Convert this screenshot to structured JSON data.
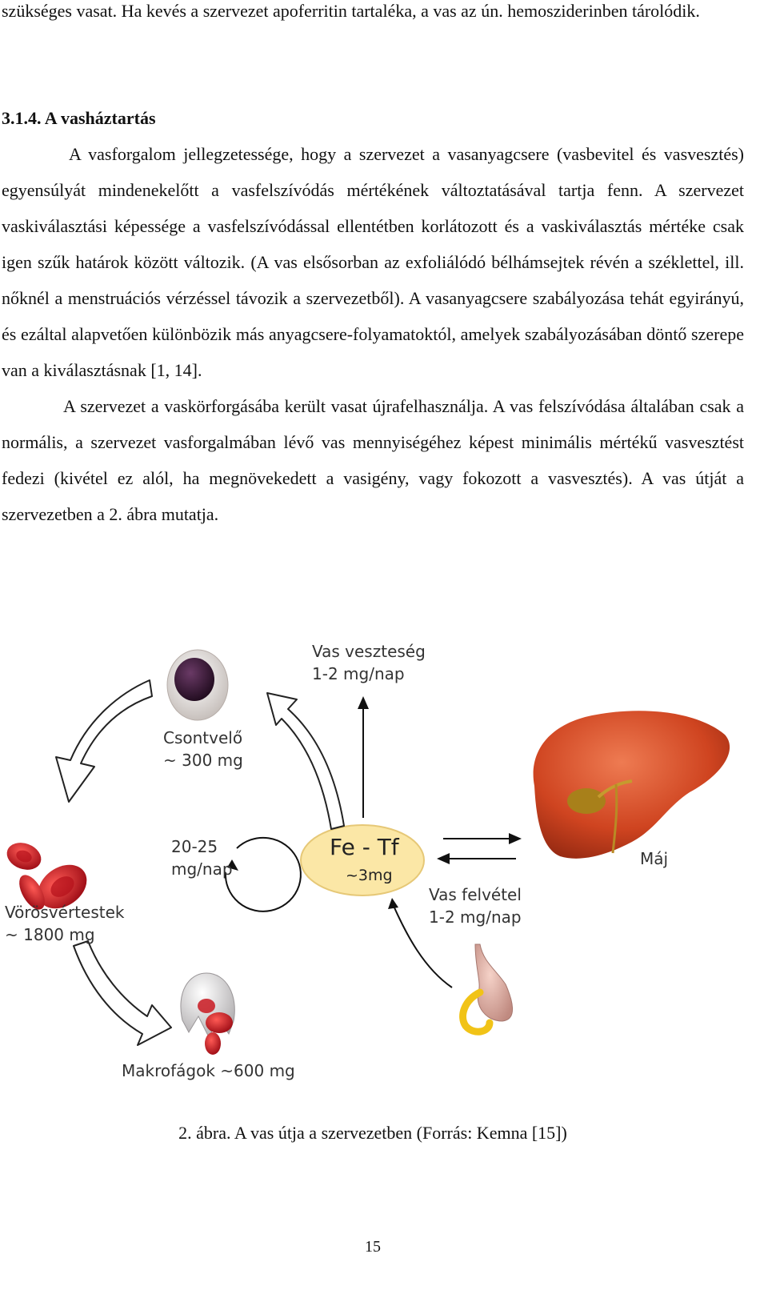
{
  "paragraphs_top": {
    "p1": "szükséges vasat. Ha kevés a szervezet apoferritin tartaléka, a vas az ún. hemosziderinben tárolódik."
  },
  "section": {
    "heading": "3.1.4. A vasháztartás",
    "p2": "A vasforgalom jellegzetessége, hogy a szervezet a vasanyagcsere (vasbevitel és vasvesztés) egyensúlyát mindenekelőtt a vasfelszívódás mértékének változtatásával tartja fenn. A szervezet vaskiválasztási képessége a vasfelszívódással ellentétben korlátozott és a vaskiválasztás mértéke csak igen szűk határok között változik. (A vas elsősorban az exfoliálódó bélhámsejtek révén a széklettel, ill. nőknél a menstruációs vérzéssel távozik a szervezetből). A vasanyagcsere szabályozása tehát egyirányú, és ezáltal alapvetően különbözik más anyagcsere-folyamatoktól, amelyek szabályozásában döntő szerepe van a kiválasztásnak [1, 14].",
    "p3": "A szervezet a vaskörforgásába került vasat újrafelhasználja. A vas felszívódása általában csak a normális, a szervezet vasforgalmában lévő vas mennyiségéhez képest minimális mértékű vasvesztést fedezi (kivétel ez alól, ha megnövekedett a vasigény, vagy fokozott a vasvesztés). A vas útját a szervezetben a 2. ábra mutatja."
  },
  "figure": {
    "loss_l1": "Vas veszteség",
    "loss_l2": "1-2 mg/nap",
    "marrow_l1": "Csontvelő",
    "marrow_l2": "~ 300 mg",
    "cycle_l1": "20-25",
    "cycle_l2": "mg/nap",
    "center_l1": "Fe - Tf",
    "center_l2": "~3mg",
    "liver": "Máj",
    "rbc_l1": "Vörösvértestek",
    "rbc_l2": "~ 1800 mg",
    "uptake_l1": "Vas felvétel",
    "uptake_l2": "1-2 mg/nap",
    "macro": "Makrofágok ~600 mg",
    "caption": "2. ábra. A vas útja a szervezetben (Forrás: Kemna [15])",
    "colors": {
      "center_fill": "#fbe7a6",
      "liver": "#c9401e",
      "rbc": "#c8141e",
      "gallbladder": "#a8801a",
      "stomach": "#e4b7ac",
      "duodenum": "#f1c317",
      "marrow_nucleus": "#3a1636"
    }
  },
  "footer": {
    "page_number": "15"
  }
}
